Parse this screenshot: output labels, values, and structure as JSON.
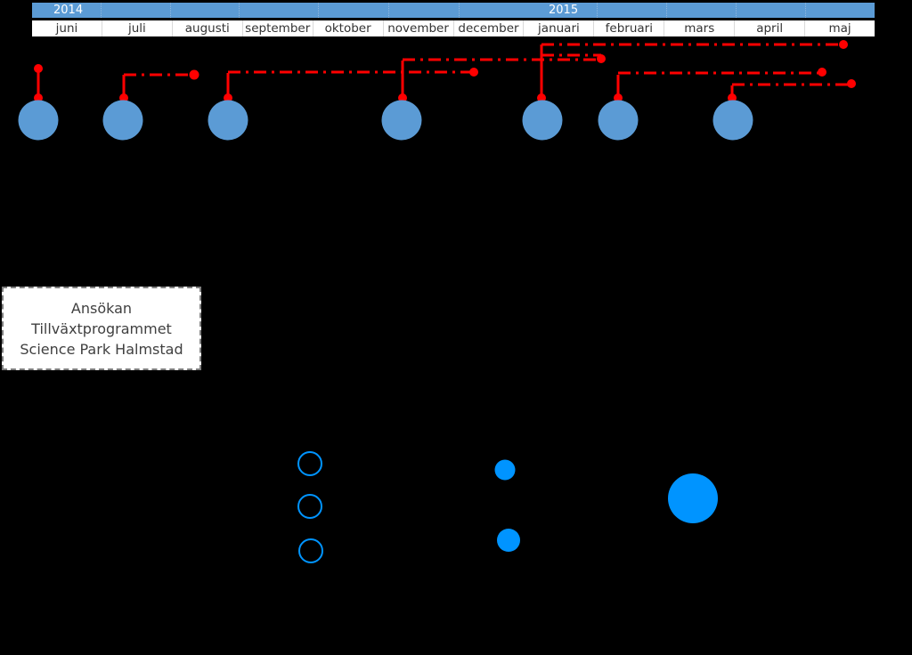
{
  "timeline": {
    "years": [
      {
        "label": "2014",
        "month_index": 0
      },
      {
        "label": "2015",
        "month_index": 7
      }
    ],
    "months": [
      "juni",
      "juli",
      "augusti",
      "september",
      "oktober",
      "november",
      "december",
      "januari",
      "februari",
      "mars",
      "april",
      "maj"
    ]
  },
  "colors": {
    "year_bar": "#5b9bd5",
    "milestone": "#5b9bd5",
    "connector": "#ff0000",
    "legend_blue": "#0094ff",
    "background": "#000000"
  },
  "note": {
    "lines": [
      "Ansökan",
      "Tillväxtprogrammet",
      "Science Park Halmstad"
    ]
  }
}
